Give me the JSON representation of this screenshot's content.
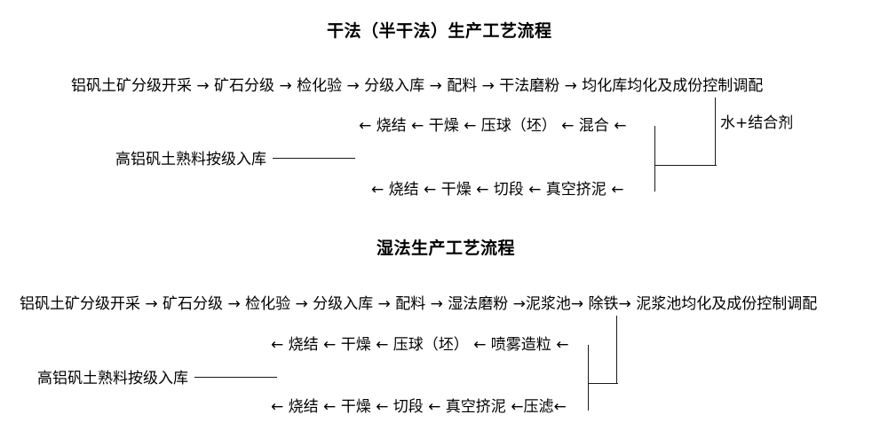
{
  "document": {
    "language": "zh-CN",
    "background_color": "#ffffff",
    "text_color": "#000000",
    "line_color": "#1a1a1a"
  },
  "dry_process": {
    "title": "干法（半干法）生产工艺流程",
    "row_1": "铝矾土矿分级开采 → 矿石分级 → 检化验 → 分级入库 → 配料 → 干法磨粉 → 均化库均化及成份控制调配",
    "row_2": "← 烧结 ← 干燥 ← 压球（坯） ← 混合 ←",
    "row_3_label": "高铝矾土熟料按级入库",
    "row_4": "← 烧结 ← 干燥 ← 切段 ← 真空挤泥 ←",
    "side_note": "水+结合剂",
    "steps_main": [
      "铝矾土矿分级开采",
      "矿石分级",
      "检化验",
      "分级入库",
      "配料",
      "干法磨粉",
      "均化库均化及成份控制调配"
    ],
    "steps_branch_upper": [
      "混合",
      "压球（坯）",
      "干燥",
      "烧结"
    ],
    "steps_branch_lower": [
      "真空挤泥",
      "切段",
      "干燥",
      "烧结"
    ]
  },
  "wet_process": {
    "title": "湿法生产工艺流程",
    "row_1": "铝矾土矿分级开采 → 矿石分级 → 检化验 → 分级入库 → 配料 → 湿法磨粉 →泥浆池→ 除铁→ 泥浆池均化及成份控制调配",
    "row_2": "← 烧结 ← 干燥 ← 压球（坯） ← 喷雾造粒 ←",
    "row_3_label": "高铝矾土熟料按级入库",
    "row_4": "← 烧结 ← 干燥 ← 切段 ← 真空挤泥 ←压滤←",
    "steps_main": [
      "铝矾土矿分级开采",
      "矿石分级",
      "检化验",
      "分级入库",
      "配料",
      "湿法磨粉",
      "泥浆池",
      "除铁",
      "泥浆池均化及成份控制调配"
    ],
    "steps_branch_upper": [
      "喷雾造粒",
      "压球（坯）",
      "干燥",
      "烧结"
    ],
    "steps_branch_lower": [
      "压滤",
      "真空挤泥",
      "切段",
      "干燥",
      "烧结"
    ]
  }
}
